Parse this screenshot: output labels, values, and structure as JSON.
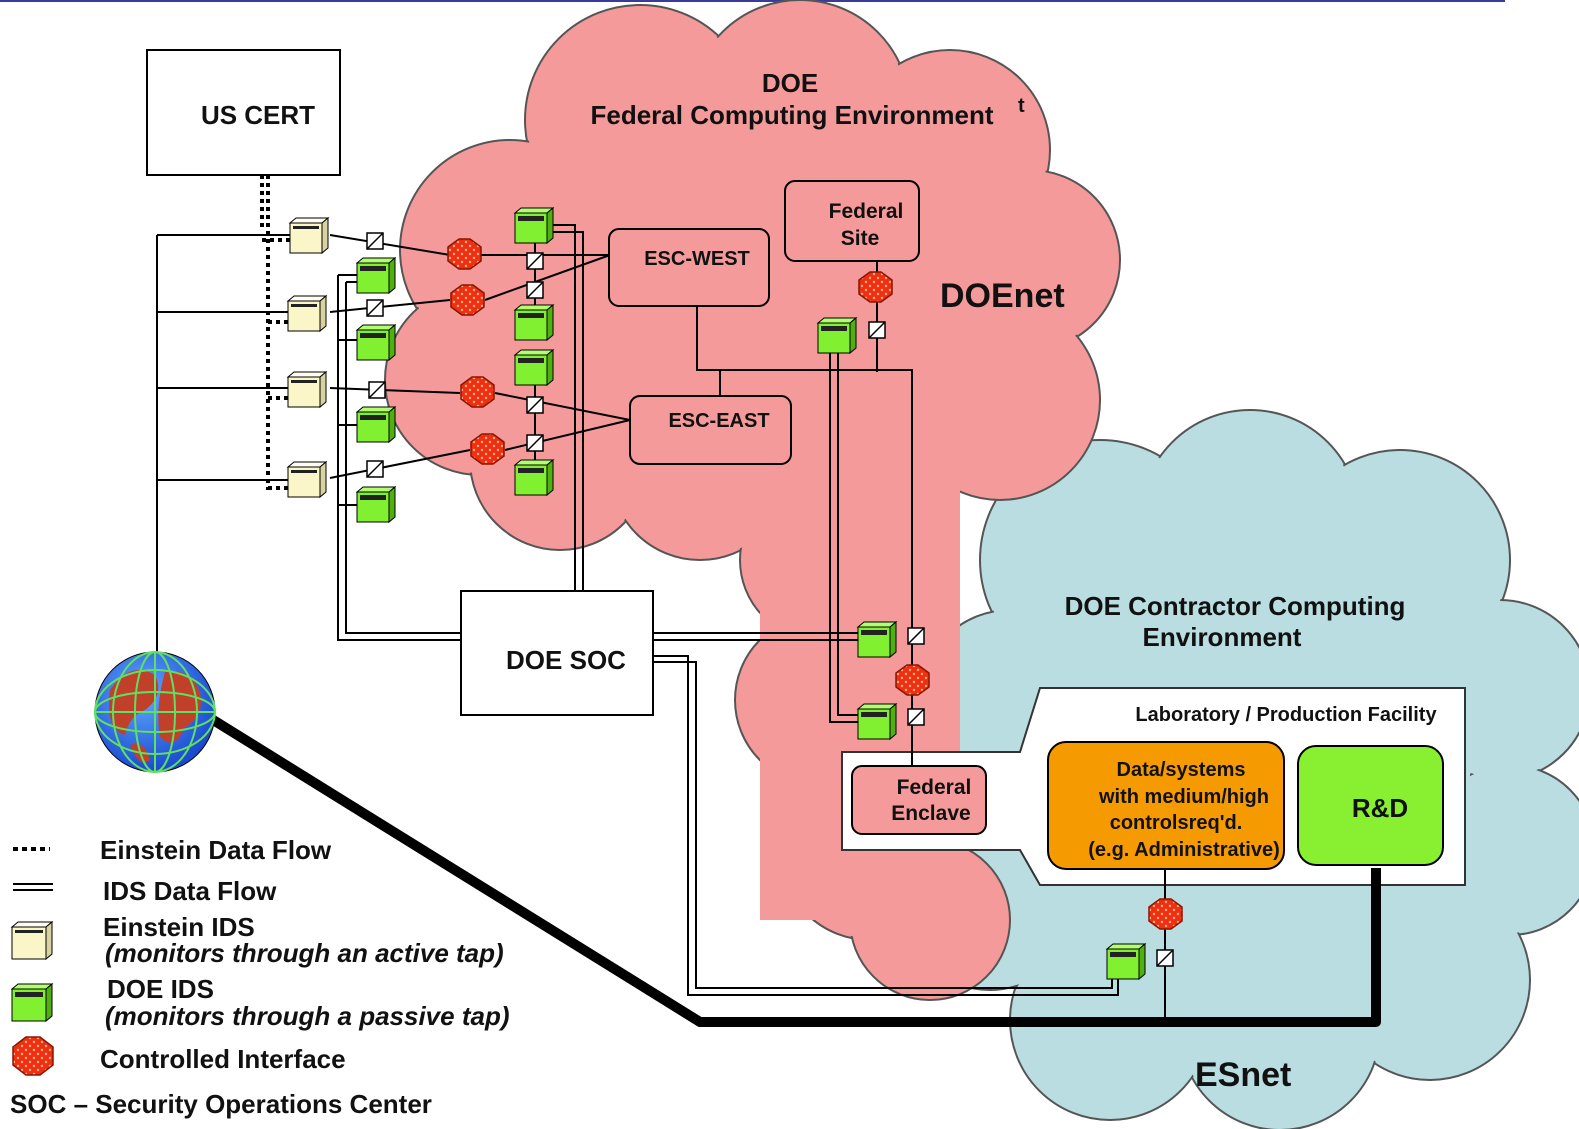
{
  "clouds": {
    "doe_title": "DOE",
    "doe_subtitle": "Federal Computing Environment",
    "doe_stray": "t",
    "doenet": "DOEnet",
    "contractor_line1": "DOE Contractor Computing",
    "contractor_line2": "Environment",
    "esnet": "ESnet"
  },
  "boxes": {
    "us_cert": "US CERT",
    "federal_site_line1": "Federal",
    "federal_site_line2": "Site",
    "esc_west": "ESC-WEST",
    "esc_east": "ESC-EAST",
    "doe_soc": "DOE SOC",
    "federal_enclave_line1": "Federal",
    "federal_enclave_line2": "Enclave",
    "lab_facility": "Laboratory / Production Facility",
    "data_systems_line1": "Data/systems",
    "data_systems_line2": "with medium/high",
    "data_systems_line3": "controlsreq'd.",
    "data_systems_line4": "(e.g. Administrative)",
    "rd": "R&D"
  },
  "legend": {
    "einstein_flow": "Einstein Data Flow",
    "ids_flow": "IDS Data Flow",
    "einstein_ids": "Einstein IDS",
    "einstein_ids_note": "(monitors through an active tap)",
    "doe_ids": "DOE IDS",
    "doe_ids_note": "(monitors through a passive tap)",
    "controlled_interface": "Controlled Interface",
    "soc_def": "SOC – Security Operations Center"
  },
  "colors": {
    "doe_cloud": "#f59a9a",
    "contractor_cloud": "#b9dde0",
    "doe_ids": "#80f030",
    "einstein_ids": "#fbf6c8",
    "controlled_interface": "#ef3010",
    "data_systems": "#f59a00",
    "rd": "#88f030",
    "top_rule": "#3a3a9a"
  }
}
